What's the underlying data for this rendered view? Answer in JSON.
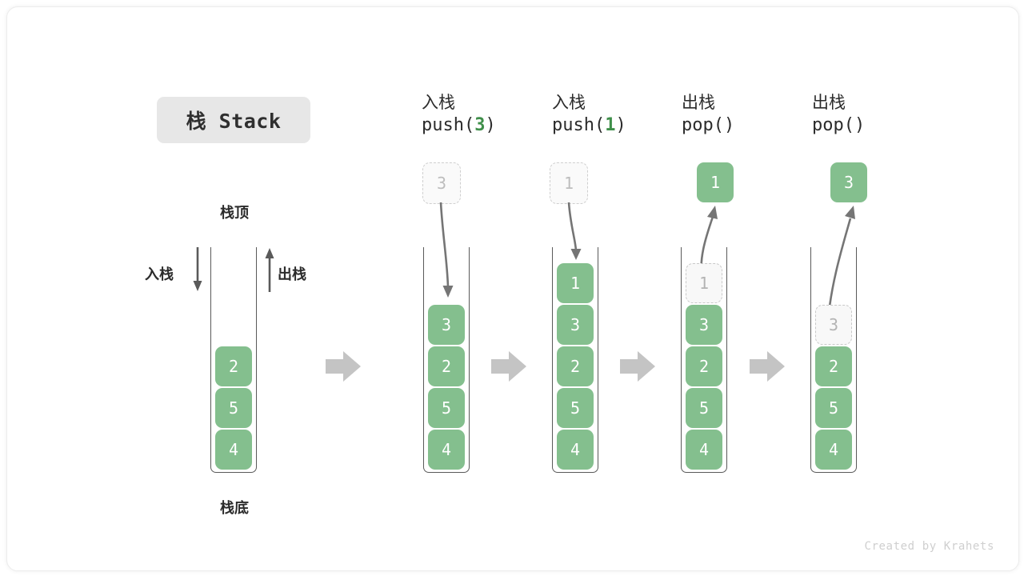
{
  "title": {
    "badge_text": "栈 Stack"
  },
  "labels": {
    "top": "栈顶",
    "bottom": "栈底",
    "push": "入栈",
    "pop": "出栈"
  },
  "colors": {
    "element_green": "#84bf8e",
    "ghost_gray": "#f8f8f8",
    "ghost_border": "#c9c9c9",
    "arrow_gray": "#c4c4c4",
    "wall": "#5a5a5a",
    "badge_bg": "#e7e7e7",
    "code_accent": "#3f8f4a"
  },
  "columns": [
    {
      "id": "initial",
      "head_cn": "",
      "head_code": "",
      "head_code_num": "",
      "stack": [
        "2",
        "5",
        "4"
      ],
      "ghost_top": null,
      "float_box": null,
      "float_ghost": false,
      "curve_direction": null
    },
    {
      "id": "push-3",
      "head_cn": "入栈",
      "head_code_prefix": "push(",
      "head_code_num": "3",
      "head_code_suffix": ")",
      "stack": [
        "3",
        "2",
        "5",
        "4"
      ],
      "ghost_top": null,
      "float_box": "3",
      "float_ghost": true,
      "curve_direction": "down"
    },
    {
      "id": "push-1",
      "head_cn": "入栈",
      "head_code_prefix": "push(",
      "head_code_num": "1",
      "head_code_suffix": ")",
      "stack": [
        "1",
        "3",
        "2",
        "5",
        "4"
      ],
      "ghost_top": null,
      "float_box": "1",
      "float_ghost": true,
      "curve_direction": "down"
    },
    {
      "id": "pop-1",
      "head_cn": "出栈",
      "head_code_prefix": "pop(",
      "head_code_num": "",
      "head_code_suffix": ")",
      "stack": [
        "3",
        "2",
        "5",
        "4"
      ],
      "ghost_top": "1",
      "float_box": "1",
      "float_ghost": false,
      "curve_direction": "up"
    },
    {
      "id": "pop-3",
      "head_cn": "出栈",
      "head_code_prefix": "pop(",
      "head_code_num": "",
      "head_code_suffix": ")",
      "stack": [
        "2",
        "5",
        "4"
      ],
      "ghost_top": "3",
      "float_box": "3",
      "float_ghost": false,
      "curve_direction": "up"
    }
  ],
  "credit": "Created by Krahets"
}
